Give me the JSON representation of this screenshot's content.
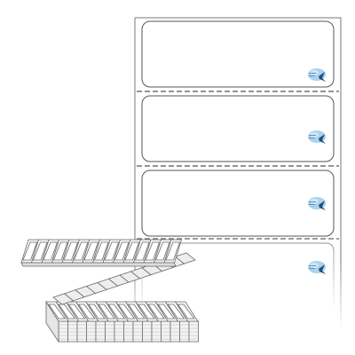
{
  "image": {
    "subject": "fanfold-label-sheet",
    "label_count_visible": 4,
    "dimension_arrow_label": "",
    "colors": {
      "background": "#ffffff",
      "outline": "#7a7a7a",
      "perforation": "#555555",
      "label_fill": "#ffffff",
      "stack_face": "#f0f0f0",
      "stack_shade": "#d4d4d4",
      "logo_blue": "#8fc6e8"
    },
    "labels": [
      {
        "name": "label-1",
        "logo": "bird-logo-icon"
      },
      {
        "name": "label-2",
        "logo": "bird-logo-icon"
      },
      {
        "name": "label-3",
        "logo": "bird-logo-icon"
      },
      {
        "name": "label-4",
        "logo": "bird-logo-icon"
      }
    ]
  }
}
